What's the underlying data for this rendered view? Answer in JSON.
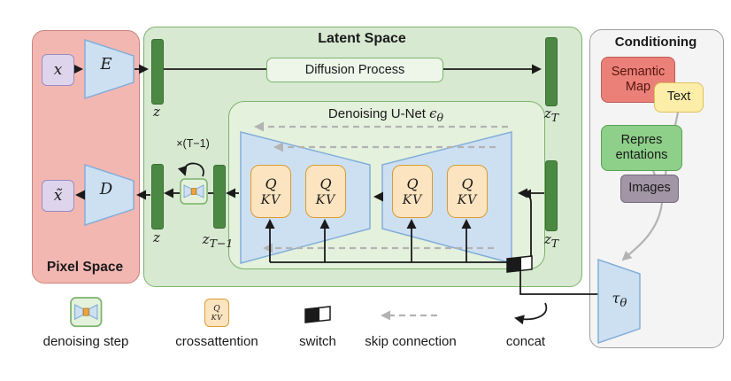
{
  "pixel_space": {
    "title": "Pixel Space",
    "x_label": "x",
    "x_tilde_label": "x̃",
    "encoder_label": "E",
    "decoder_label": "D"
  },
  "latent_space": {
    "title": "Latent Space",
    "diffusion_process_label": "Diffusion Process",
    "unet_title": "Denoising U-Net",
    "unet_symbol_base": "ϵ",
    "unet_symbol_sub": "θ",
    "z_top_label": "z",
    "z_T_top_base": "z",
    "z_T_top_sub": "T",
    "z_bottom_label": "z",
    "z_T_minus_1_base": "z",
    "z_T_minus_1_sub": "T−1",
    "z_T_bottom_base": "z",
    "z_T_bottom_sub": "T",
    "loop_label": "×(T−1)",
    "attention_q": "Q",
    "attention_kv": "KV"
  },
  "conditioning": {
    "title": "Conditioning",
    "semantic_map_line1": "Semantic",
    "semantic_map_line2": "Map",
    "text_label": "Text",
    "representations_line1": "Repres",
    "representations_line2": "entations",
    "images_label": "Images",
    "tau_base": "τ",
    "tau_sub": "θ"
  },
  "legend": {
    "denoising_step_label": "denoising step",
    "crossattention_label": "crossattention",
    "switch_label": "switch",
    "skip_connection_label": "skip connection",
    "concat_label": "concat"
  },
  "colors": {
    "ink": "#1a1a1a",
    "gray": "#b3b3b3",
    "pixel_bg": "#f3b7b2",
    "pixel_border": "#c9837d",
    "lavender_bg": "#ded5ec",
    "lavender_border": "#9a8bc0",
    "blue_fill": "#cde0f2",
    "blue_border": "#84aed8",
    "latent_bg": "#d7e9d1",
    "green_border": "#7cb36b",
    "unet_bg": "#e4f1dd",
    "bar_fill": "#4b8943",
    "bar_border": "#3a6d34",
    "diffusion_bg": "#eef6e9",
    "qkv_bg": "#fbe4bf",
    "qkv_border": "#db9b32",
    "cond_bg": "#f4f4f4",
    "cond_border": "#9e9e9e",
    "semantic_bg": "#ea8078",
    "semantic_border": "#bf5d55",
    "semantic_text": "#56150f",
    "text_bg": "#fceea8",
    "text_border": "#dcc05c",
    "repr_bg": "#8ecf89",
    "repr_border": "#57a253",
    "images_bg": "#a195a6",
    "images_border": "#756a7c",
    "orange_accent": "#f0a33a"
  }
}
